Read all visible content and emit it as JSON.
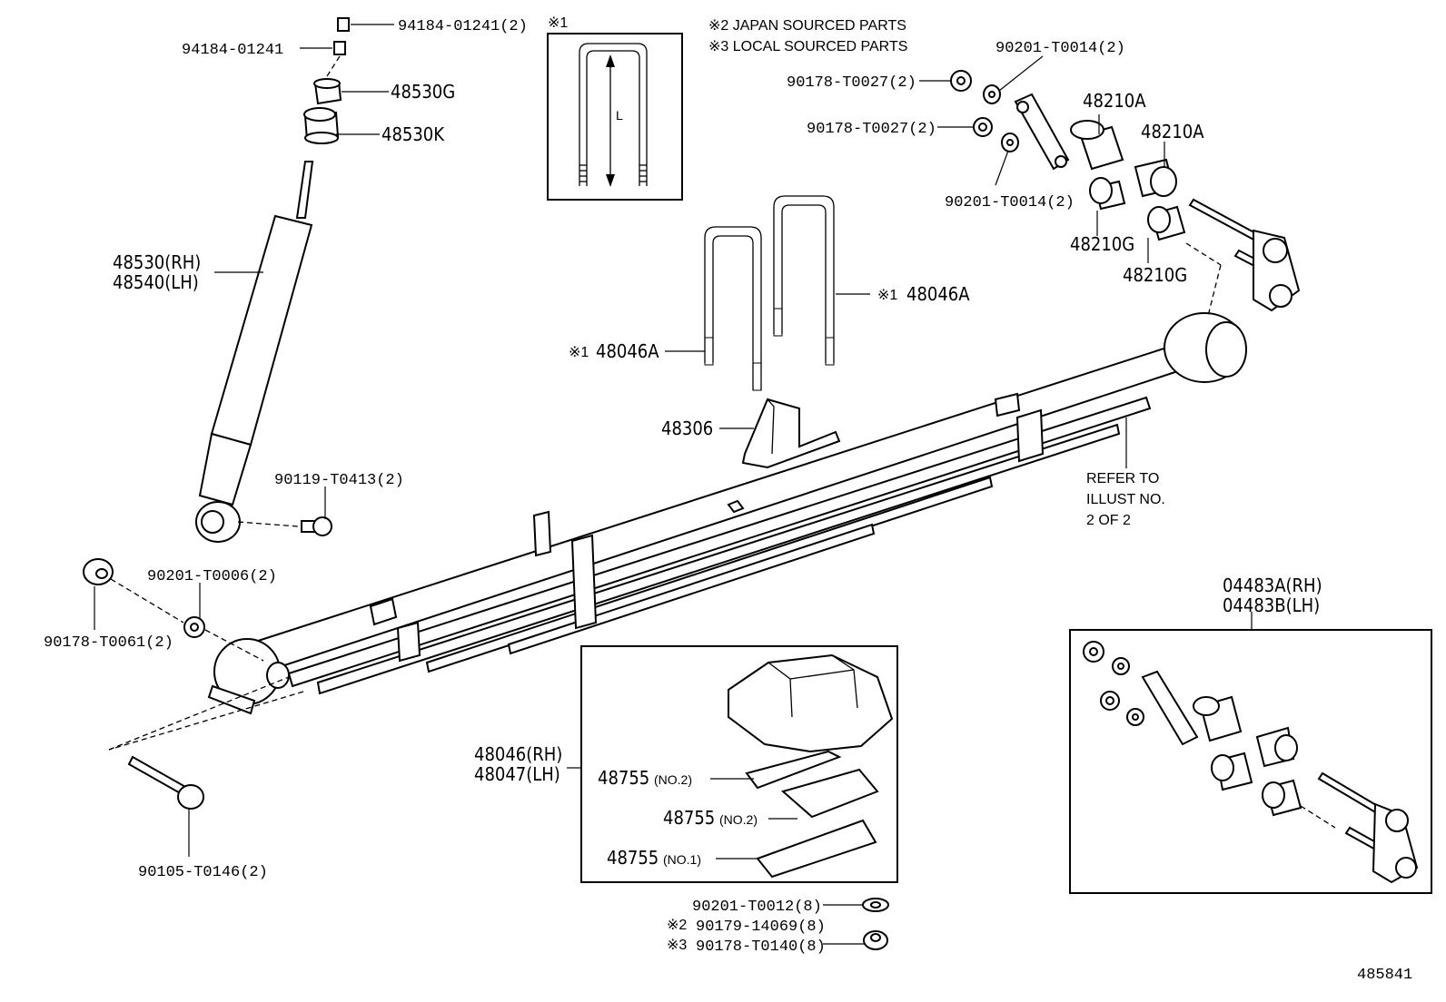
{
  "diagram": {
    "notes": {
      "note1_marker": "※1",
      "note2": "※2 JAPAN SOURCED PARTS",
      "note3": "※3 LOCAL SOURCED PARTS",
      "dimension_label": "L"
    },
    "labels": {
      "p94184_01241_2": "94184-01241(2)",
      "p94184_01241": "94184-01241",
      "p48530G": "48530G",
      "p48530K": "48530K",
      "p48530_rh": "48530(RH)",
      "p48540_lh": "48540(LH)",
      "p90119": "90119-T0413(2)",
      "p90201_t0006": "90201-T0006(2)",
      "p90178_t0061": "90178-T0061(2)",
      "p90105": "90105-T0146(2)",
      "p48046A_top_mark": "※1",
      "p48046A_top": "48046A",
      "p48046A_left_mark": "※1",
      "p48046A_left": "48046A",
      "p48306": "48306",
      "p90178_t0027_a": "90178-T0027(2)",
      "p90178_t0027_b": "90178-T0027(2)",
      "p90201_t0014_a": "90201-T0014(2)",
      "p90201_t0014_b": "90201-T0014(2)",
      "p48210A_a": "48210A",
      "p48210A_b": "48210A",
      "p48210G_a": "48210G",
      "p48210G_b": "48210G",
      "refer_1": "REFER TO",
      "refer_2": "ILLUST NO.",
      "refer_3": "2 OF 2",
      "p04483A": "04483A(RH)",
      "p04483B": "04483B(LH)",
      "p48046_rh": "48046(RH)",
      "p48047_lh": "48047(LH)",
      "p48755_no2_a": "48755",
      "p48755_no2_a_sub": "(NO.2)",
      "p48755_no2_b": "48755",
      "p48755_no2_b_sub": "(NO.2)",
      "p48755_no1": "48755",
      "p48755_no1_sub": "(NO.1)",
      "p90201_t0012": "90201-T0012(8)",
      "p90179_mark": "※2",
      "p90179": "90179-14069(8)",
      "p90178_t0140_mark": "※3",
      "p90178_t0140": "90178-T0140(8)",
      "figure_number": "485841"
    }
  }
}
